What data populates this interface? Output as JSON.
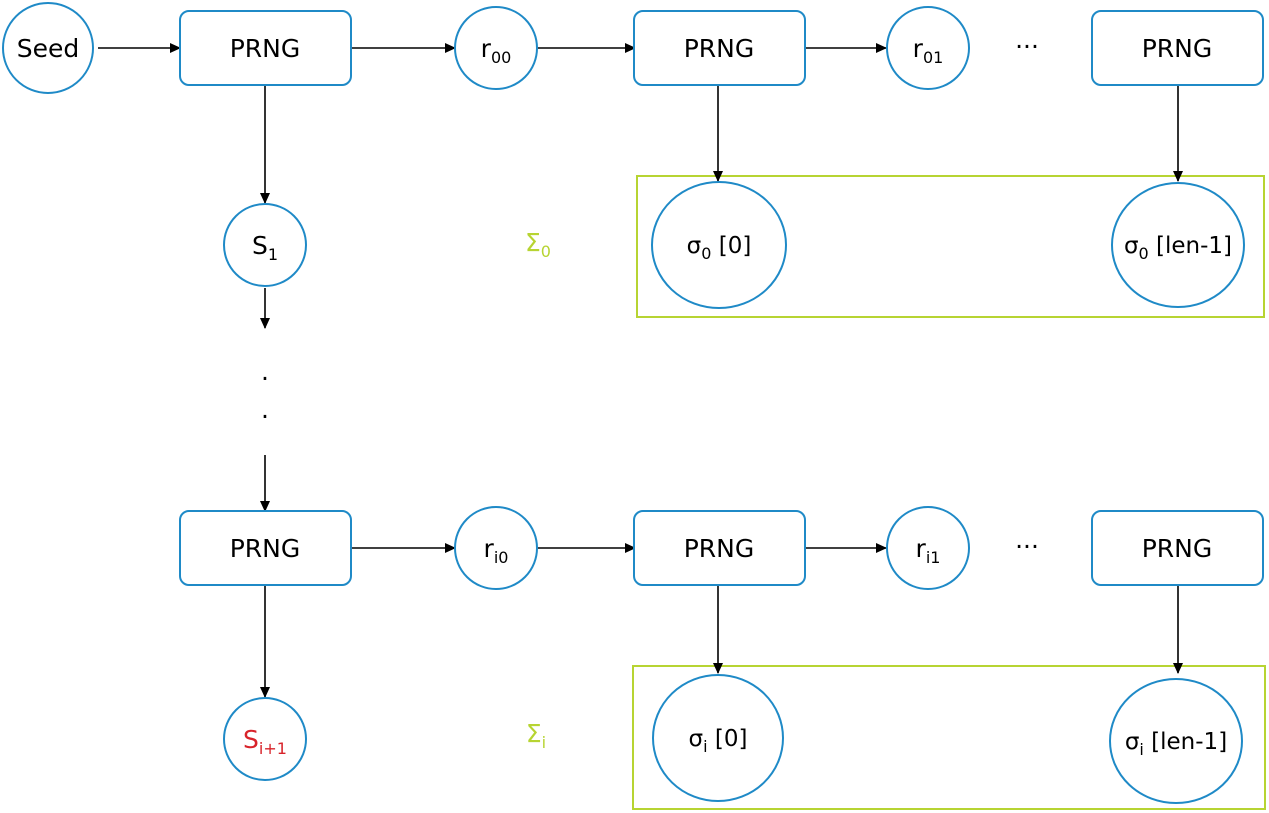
{
  "colors": {
    "node_stroke": "#1f8ac7",
    "group_stroke": "#b7d432",
    "highlight_text": "#d8232a",
    "arrow": "#000000"
  },
  "labels": {
    "seed": "Seed",
    "prng": "PRNG",
    "ellipsis": "···",
    "vdots": ".",
    "r00": {
      "base": "r",
      "sub": "00"
    },
    "r01": {
      "base": "r",
      "sub": "01"
    },
    "ri0": {
      "base": "r",
      "sub": "i0"
    },
    "ri1": {
      "base": "r",
      "sub": "i1"
    },
    "s1": {
      "base": "S",
      "sub": "1"
    },
    "si1": {
      "base": "S",
      "sub": "i+1"
    },
    "sigma0_group": {
      "base": "Σ",
      "sub": "0"
    },
    "sigmai_group": {
      "base": "Σ",
      "sub": "i"
    },
    "sigma0_first": {
      "base": "σ",
      "sub": "0",
      "tail": " [0]"
    },
    "sigma0_last": {
      "base": "σ",
      "sub": "0",
      "tail": " [len-1]"
    },
    "sigmai_first": {
      "base": "σ",
      "sub": "i",
      "tail": " [0]"
    },
    "sigmai_last": {
      "base": "σ",
      "sub": "i",
      "tail": " [len-1]"
    }
  }
}
